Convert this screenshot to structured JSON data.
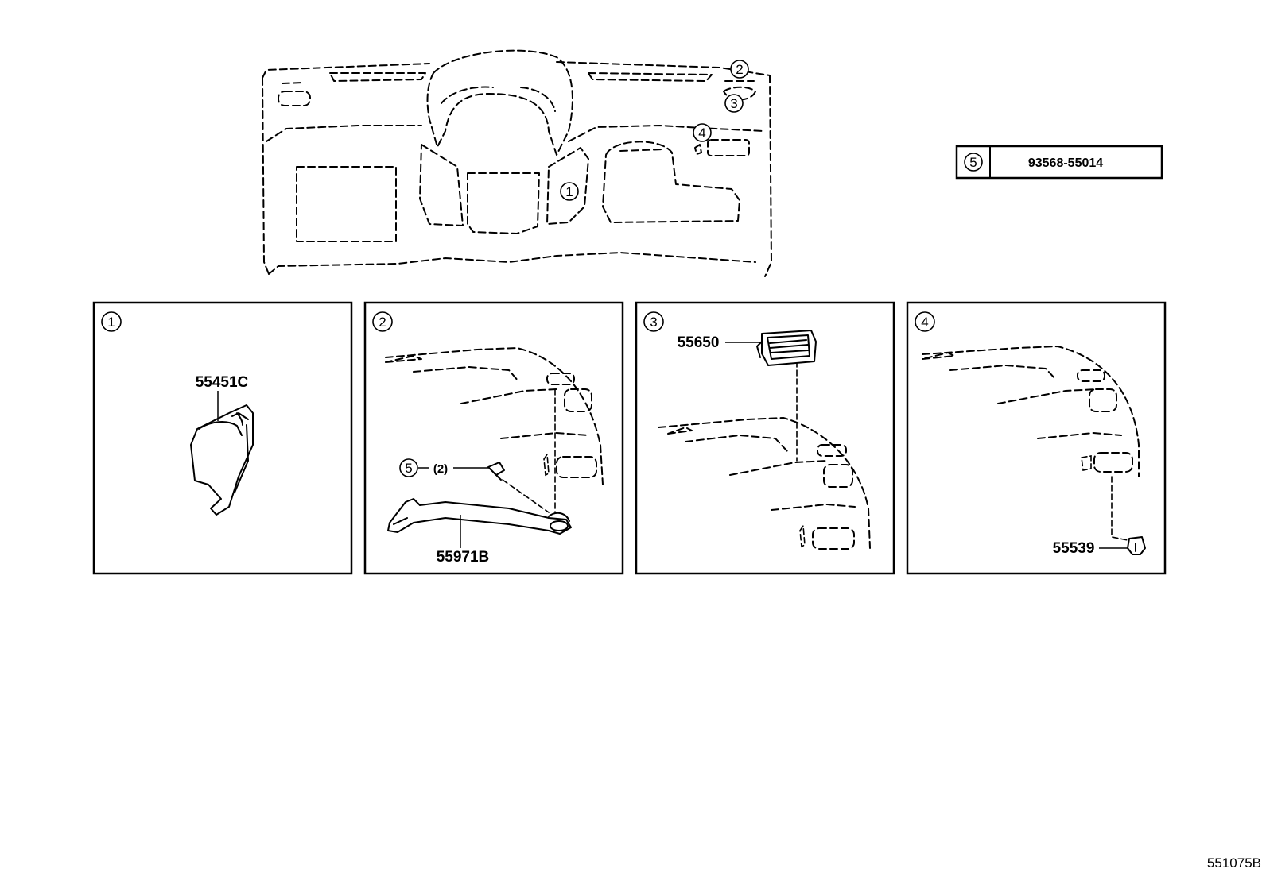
{
  "callouts": {
    "c1": "1",
    "c2": "2",
    "c3": "3",
    "c4": "4",
    "c5": "5"
  },
  "parts_table": {
    "ref": "5",
    "part_number": "93568-55014"
  },
  "panels": [
    {
      "ref": "1",
      "parts": [
        {
          "number": "55451C"
        }
      ]
    },
    {
      "ref": "2",
      "parts": [
        {
          "number": "55971B"
        }
      ],
      "fastener": {
        "ref": "5",
        "qty": "(2)"
      }
    },
    {
      "ref": "3",
      "parts": [
        {
          "number": "55650"
        }
      ]
    },
    {
      "ref": "4",
      "parts": [
        {
          "number": "55539"
        }
      ]
    }
  ],
  "diagram_code": "551075B"
}
